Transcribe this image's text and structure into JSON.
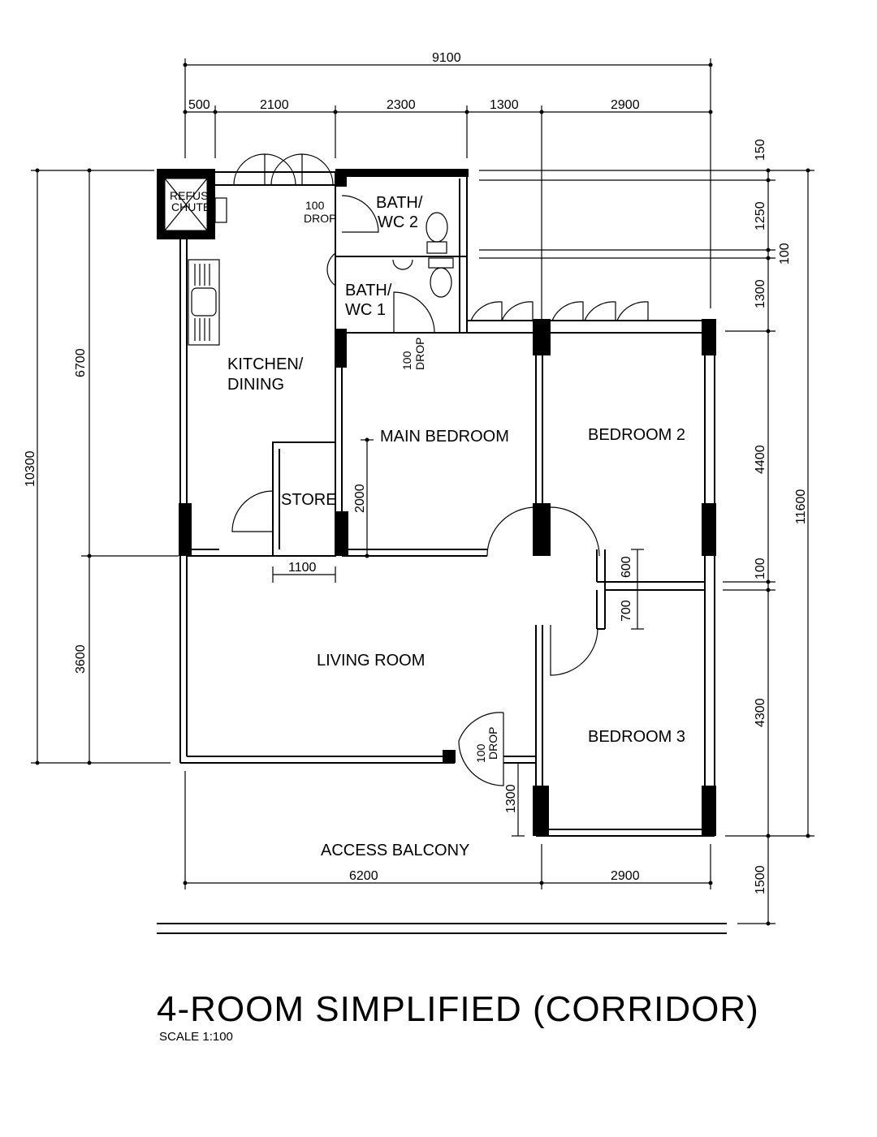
{
  "title": "4-ROOM SIMPLIFIED (CORRIDOR)",
  "scale": "SCALE   1:100",
  "rooms": {
    "refuse_chute": [
      "REFUSE",
      "CHUTE"
    ],
    "bath2": [
      "BATH/",
      "WC 2"
    ],
    "bath1": [
      "BATH/",
      "WC 1"
    ],
    "kitchen": [
      "KITCHEN/",
      "DINING"
    ],
    "store": "STORE",
    "main_bedroom": "MAIN  BEDROOM",
    "bedroom2": "BEDROOM  2",
    "bedroom3": "BEDROOM  3",
    "living": "LIVING  ROOM",
    "balcony": "ACCESS  BALCONY"
  },
  "notes": {
    "drop_bath2": [
      "100",
      "DROP"
    ],
    "drop_bath1": [
      "100",
      "DROP"
    ],
    "drop_balcony": [
      "100",
      "DROP"
    ]
  },
  "dimensions": {
    "top_total": "9100",
    "top_segments": [
      "500",
      "2100",
      "2300",
      "1300",
      "2900"
    ],
    "bottom_segments": [
      "6200",
      "2900"
    ],
    "left_total": "10300",
    "left_segments": [
      "6700",
      "3600"
    ],
    "right_segments": [
      "150",
      "1250",
      "1300",
      "4400",
      "100",
      "4300",
      "1500"
    ],
    "right_mid": "100",
    "right_total": "11600",
    "store_width": "1100",
    "main_bedroom_depth": "2000",
    "partition_600": "600",
    "partition_700": "700",
    "balcony_door": "1300"
  }
}
